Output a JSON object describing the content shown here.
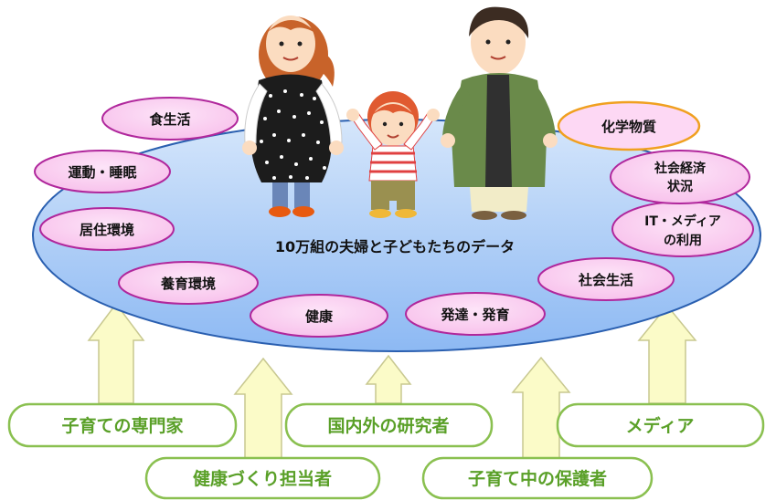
{
  "center_label": "10万組の夫婦と子どもたちのデータ",
  "topics": [
    {
      "lines": [
        "食生活"
      ]
    },
    {
      "lines": [
        "運動・睡眠"
      ]
    },
    {
      "lines": [
        "居住環境"
      ]
    },
    {
      "lines": [
        "養育環境"
      ]
    },
    {
      "lines": [
        "健康"
      ]
    },
    {
      "lines": [
        "発達・発育"
      ]
    },
    {
      "lines": [
        "社会生活"
      ]
    },
    {
      "lines": [
        "IT・メディア",
        "の利用"
      ]
    },
    {
      "lines": [
        "社会経済",
        "状況"
      ]
    },
    {
      "lines": [
        "化学物質"
      ]
    }
  ],
  "users": [
    {
      "label": "子育ての専門家"
    },
    {
      "label": "国内外の研究者"
    },
    {
      "label": "メディア"
    },
    {
      "label": "健康づくり担当者"
    },
    {
      "label": "子育て中の保護者"
    }
  ],
  "colors": {
    "ellipse_top": "#d5e6fb",
    "ellipse_bottom": "#8db9f3",
    "ellipse_stroke": "#2a5fb0",
    "topic_fill": "#f9c9f0",
    "topic_stroke": "#b0279c",
    "highlight_stroke": "#f0a020",
    "arrow_fill": "#fbfbc8",
    "arrow_stroke": "#c8c890",
    "box_stroke": "#8ac050",
    "box_text": "#5aa028"
  }
}
